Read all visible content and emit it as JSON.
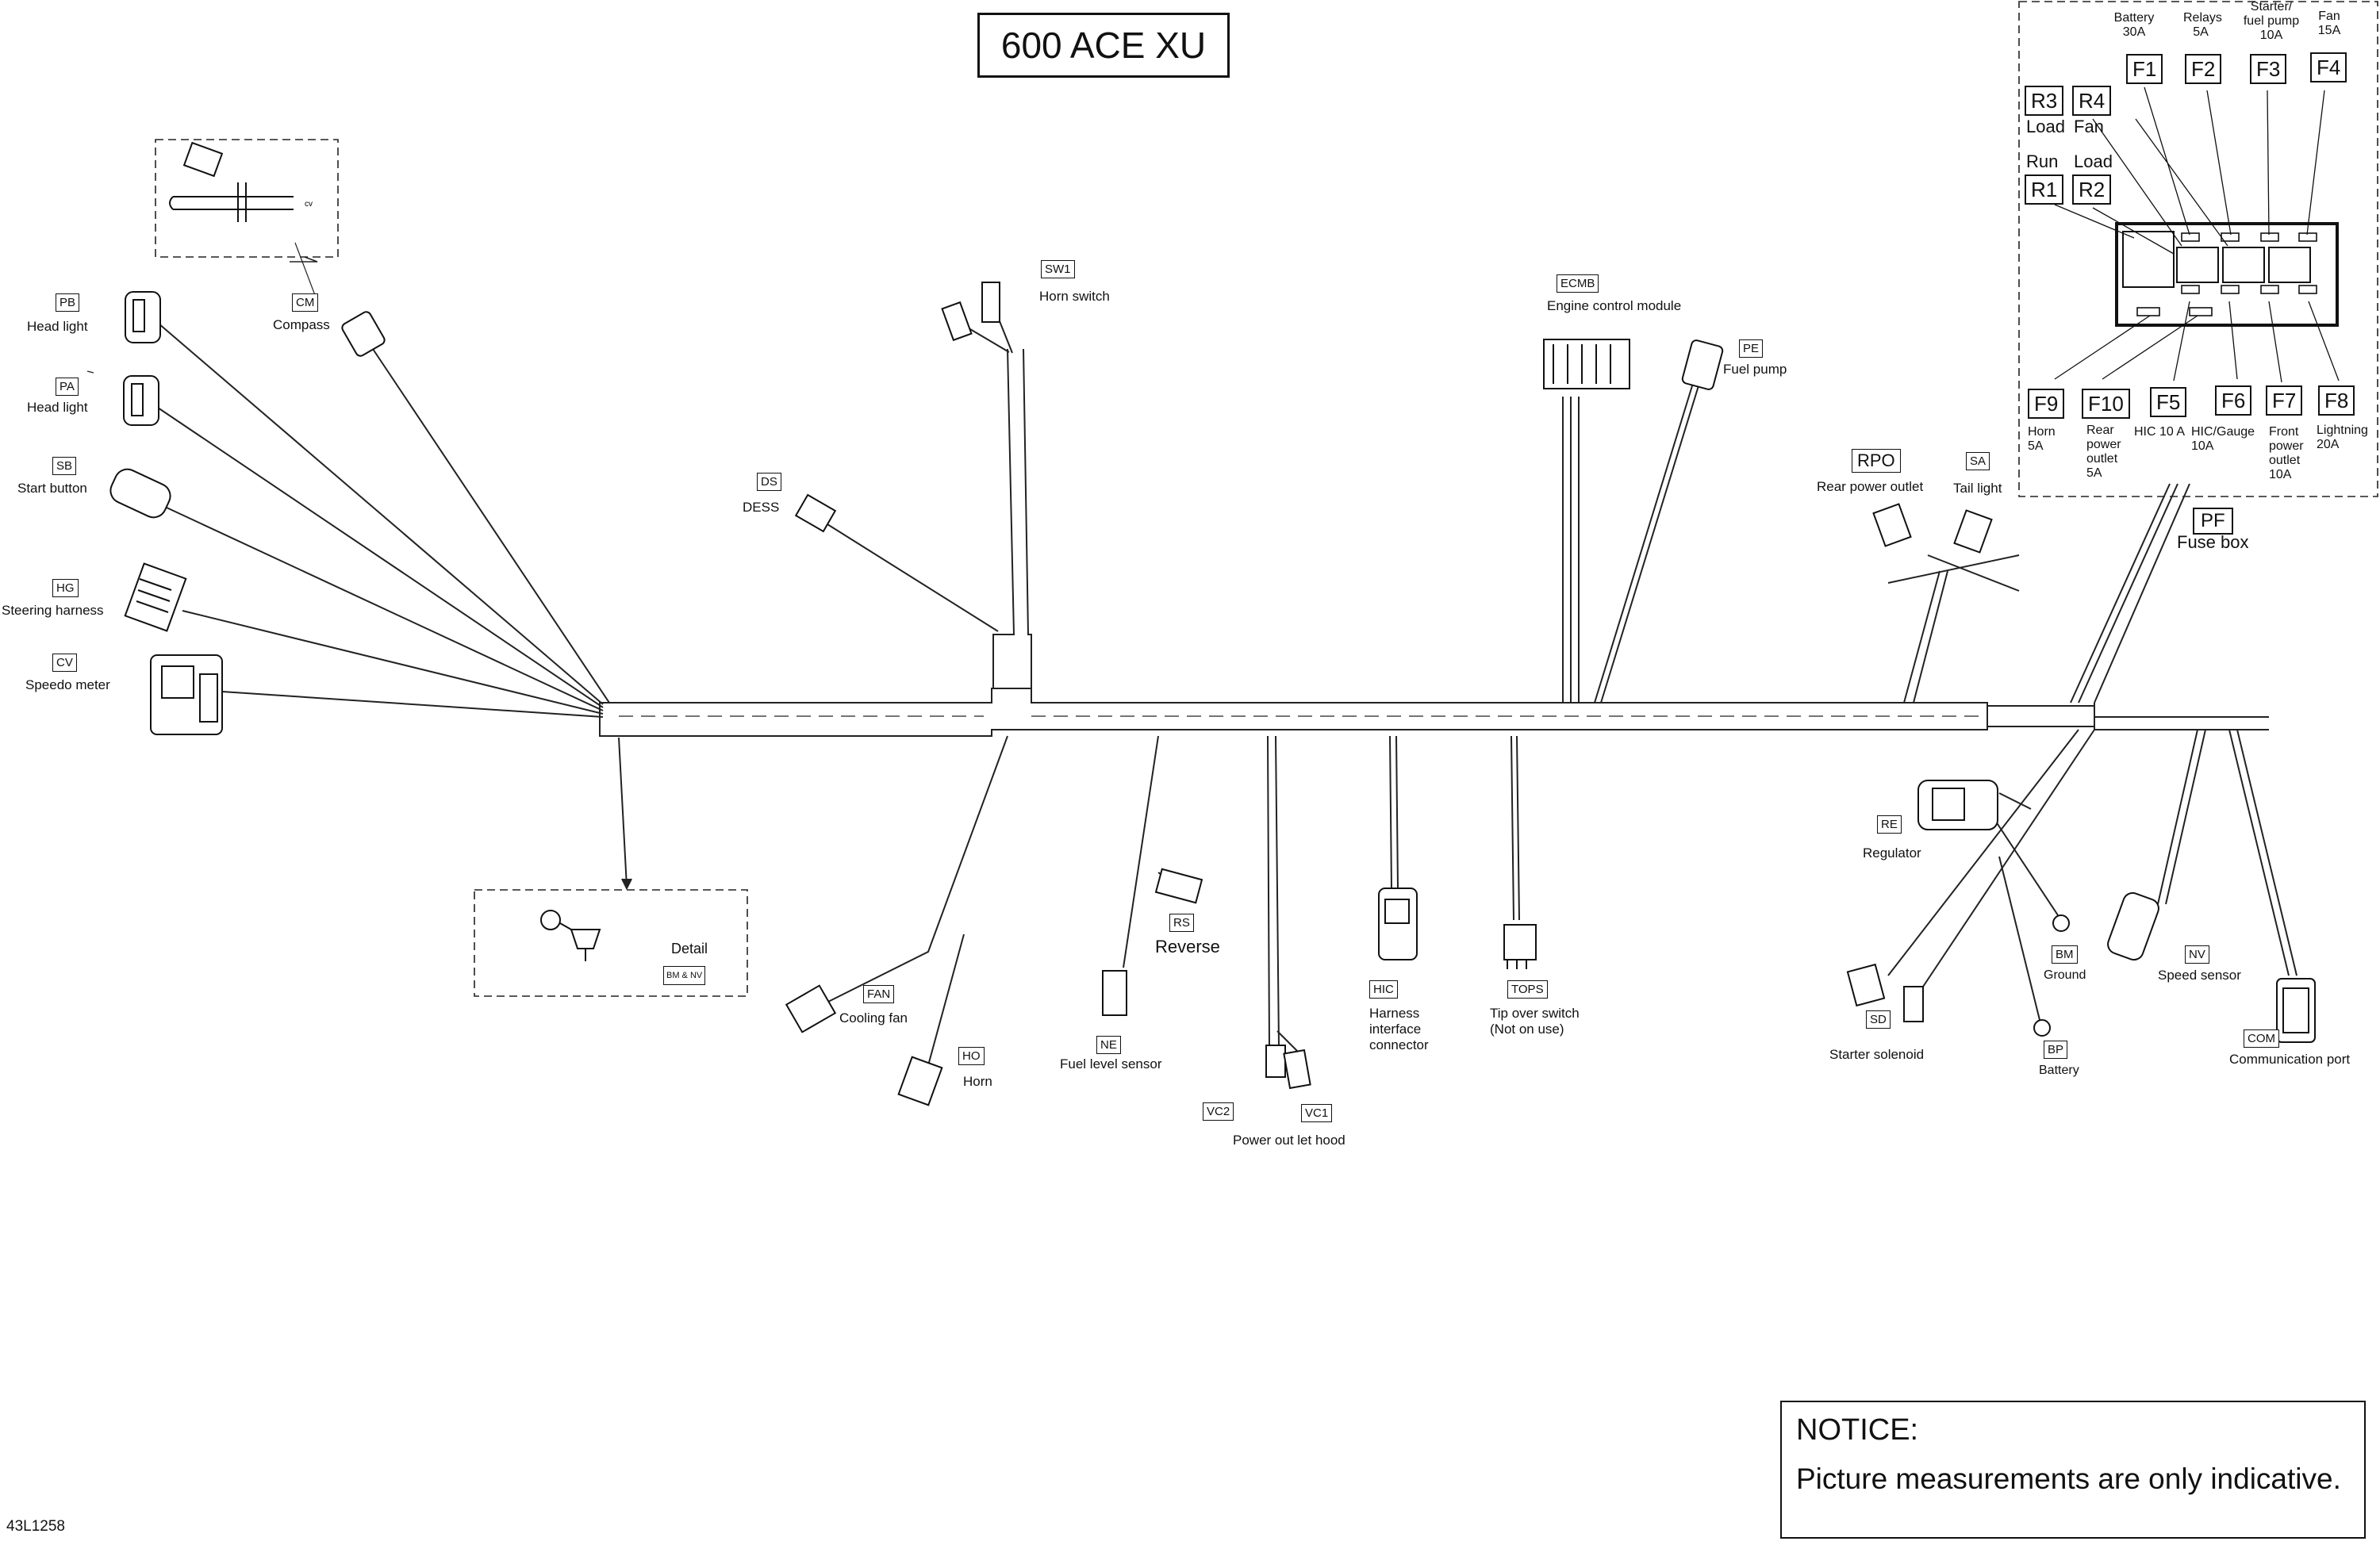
{
  "title": "600 ACE XU",
  "document_code": "43L1258",
  "notice": {
    "heading": "NOTICE:",
    "text": "Picture measurements are only indicative."
  },
  "detail": {
    "label": "Detail",
    "ref_code": "BM & NV"
  },
  "connectors": [
    {
      "code": "PB",
      "label": "Head light"
    },
    {
      "code": "PA",
      "label": "Head light"
    },
    {
      "code": "SB",
      "label": "Start button"
    },
    {
      "code": "HG",
      "label": "Steering harness"
    },
    {
      "code": "CV",
      "label": "Speedo meter"
    },
    {
      "code": "CM",
      "label": "Compass"
    },
    {
      "code": "SW1",
      "label": "Horn switch"
    },
    {
      "code": "DS",
      "label": "DESS"
    },
    {
      "code": "ECMB",
      "label": "Engine control module"
    },
    {
      "code": "PE",
      "label": "Fuel pump"
    },
    {
      "code": "RPO",
      "label": "Rear power outlet"
    },
    {
      "code": "SA",
      "label": "Tail light"
    },
    {
      "code": "FAN",
      "label": "Cooling fan"
    },
    {
      "code": "HO",
      "label": "Horn"
    },
    {
      "code": "RS",
      "label": "Reverse"
    },
    {
      "code": "NE",
      "label": "Fuel level sensor"
    },
    {
      "code": "VC2",
      "label": ""
    },
    {
      "code": "VC1",
      "label": "Power out let hood"
    },
    {
      "code": "HIC",
      "label": "Harness interface connector"
    },
    {
      "code": "TOPS",
      "label": "Tip over switch (Not on use)"
    },
    {
      "code": "RE",
      "label": "Regulator"
    },
    {
      "code": "SD",
      "label": "Starter solenoid"
    },
    {
      "code": "BM",
      "label": "Ground"
    },
    {
      "code": "BP",
      "label": "Battery"
    },
    {
      "code": "NV",
      "label": "Speed sensor"
    },
    {
      "code": "COM",
      "label": "Communication port"
    }
  ],
  "fuse_box": {
    "code": "PF",
    "label": "Fuse box",
    "top_fuses": [
      {
        "code": "F1",
        "desc": "Battery 30A"
      },
      {
        "code": "F2",
        "desc": "Relays 5A"
      },
      {
        "code": "F3",
        "desc": "Starter/ fuel pump 10A"
      },
      {
        "code": "F4",
        "desc": "Fan 15A"
      }
    ],
    "relays": [
      {
        "code": "R3",
        "desc": "Load"
      },
      {
        "code": "R4",
        "desc": "Fan"
      },
      {
        "code": "R1",
        "desc": "Run"
      },
      {
        "code": "R2",
        "desc": "Load"
      }
    ],
    "bottom_fuses": [
      {
        "code": "F9",
        "desc": "Horn 5A"
      },
      {
        "code": "F10",
        "desc": "Rear power outlet 5A"
      },
      {
        "code": "F5",
        "desc": "HIC 10 A"
      },
      {
        "code": "F6",
        "desc": "HIC/Gauge 10A"
      },
      {
        "code": "F7",
        "desc": "Front power outlet 10A"
      },
      {
        "code": "F8",
        "desc": "Lightning 20A"
      }
    ]
  }
}
